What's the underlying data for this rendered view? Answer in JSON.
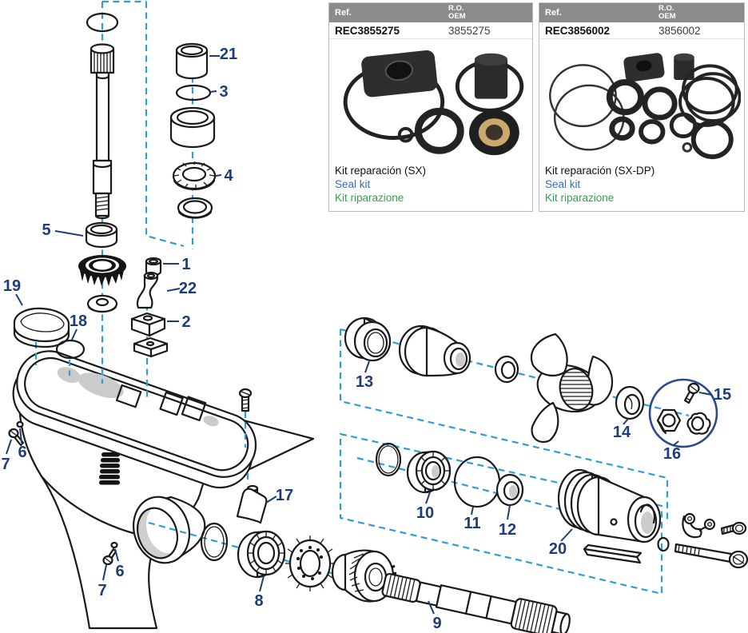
{
  "colors": {
    "line": "#1a1a1a",
    "dash_blue": "#2f9cd8",
    "callout_navy": "#1e3c78",
    "group_circle_navy": "#2b4a8c",
    "fill_gray": "#cbcbcb",
    "header_gray": "#8b8b8b",
    "desc_blue": "#3a6db5",
    "desc_green": "#33a34d"
  },
  "cards": [
    {
      "ref_label": "Ref.",
      "ro_label": "R.O.",
      "oem_label": "OEM",
      "ref_number": "REC3855275",
      "oem_number": "3855275",
      "desc_es": "Kit reparación (SX)",
      "desc_en": "Seal kit",
      "desc_it": "Kit riparazione"
    },
    {
      "ref_label": "Ref.",
      "ro_label": "R.O.",
      "oem_label": "OEM",
      "ref_number": "REC3856002",
      "oem_number": "3856002",
      "desc_es": "Kit reparación (SX-DP)",
      "desc_en": "Seal kit",
      "desc_it": "Kit riparazione"
    }
  ],
  "diagram": {
    "callouts": {
      "c1": "1",
      "c2": "2",
      "c3": "3",
      "c4": "4",
      "c5": "5",
      "c6": "6",
      "c7": "7",
      "c8": "8",
      "c9": "9",
      "c10": "10",
      "c11": "11",
      "c12": "12",
      "c13": "13",
      "c14": "14",
      "c15": "15",
      "c16": "16",
      "c17": "17",
      "c18": "18",
      "c19": "19",
      "c20": "20",
      "c21": "21",
      "c22": "22"
    }
  }
}
